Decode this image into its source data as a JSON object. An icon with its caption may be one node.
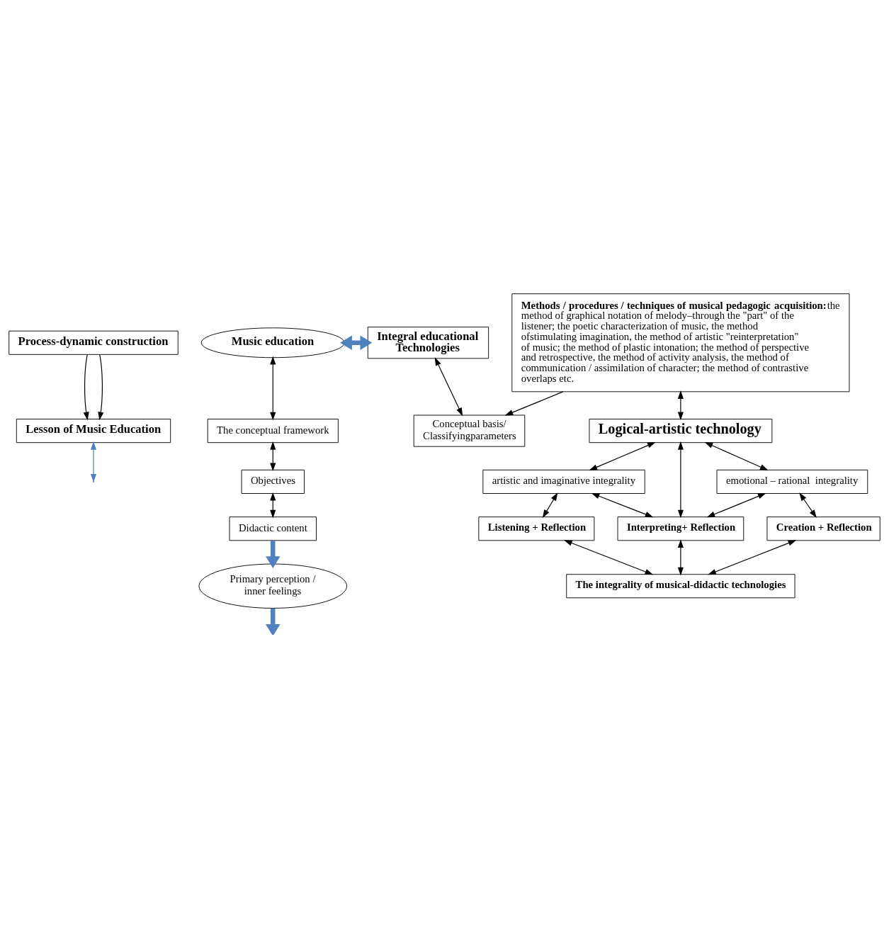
{
  "diagram": {
    "nodes": [
      {
        "text": [
          "Process-dynamic construction"
        ]
      },
      {
        "text": [
          "Lesson of Music Education"
        ]
      },
      {
        "text": [
          "Music education"
        ]
      },
      {
        "text": [
          "Integral educational Technologies"
        ]
      },
      {
        "text": [
          "The conceptual framework"
        ]
      },
      {
        "text": [
          "Objectives"
        ]
      },
      {
        "text": [
          "Didactic content"
        ]
      },
      {
        "text": [
          "Conceptual basis/ Classifyingparameters"
        ]
      },
      {
        "text": [
          "**Methods / procedures / techniques of musical pedagogic acquisition:**the method of graphical notation of melody–through the \"part\" of the listener; the poetic characterization of music, the method ofstimulating imagination, the method of artistic \"reinterpretation\" of music; the method of plastic intonation; the method of perspective and retrospective, the method of activity analysis, the method of communication / assimilation of character; the method of contrastive overlaps etc."
        ]
      },
      {
        "text": [
          "Primary perception / inner feelings"
        ]
      },
      {
        "text": [
          "Logical-artistic technology"
        ]
      },
      {
        "text": [
          "artistic and imaginative integrality"
        ]
      },
      {
        "text": [
          "emotional – rational  integrality"
        ]
      },
      {
        "text": [
          "Listening + Reflection"
        ]
      },
      {
        "text": [
          "Interpreting+ Reflection"
        ]
      },
      {
        "text": [
          "Creation + Reflection"
        ]
      },
      {
        "text": [
          "The integrality of musical-didactic technologies"
        ]
      }
    ],
    "edges": [
      {
        "from": 0,
        "to": 1,
        "arrow": "to"
      },
      {
        "from": 0,
        "to": 1,
        "arrow": "to"
      },
      {
        "from": 1,
        "to": null,
        "arrow": "both",
        "color": "#4f81bd"
      },
      {
        "from": 2,
        "to": 3,
        "arrow": "both",
        "style": "thick",
        "color": "#4f81bd"
      },
      {
        "from": 2,
        "to": 4,
        "arrow": "both"
      },
      {
        "from": 4,
        "to": 5,
        "arrow": "both"
      },
      {
        "from": 5,
        "to": 6,
        "arrow": "both"
      },
      {
        "from": 3,
        "to": 7,
        "arrow": "both"
      },
      {
        "from": 8,
        "to": 7,
        "arrow": "to"
      },
      {
        "from": 6,
        "to": 9,
        "arrow": "to",
        "style": "thick",
        "color": "#4f81bd"
      },
      {
        "from": 9,
        "to": null,
        "arrow": "to",
        "style": "thick",
        "color": "#4f81bd"
      },
      {
        "from": 8,
        "to": 10,
        "arrow": "both"
      },
      {
        "from": 10,
        "to": 11,
        "arrow": "both"
      },
      {
        "from": 10,
        "to": 12,
        "arrow": "both"
      },
      {
        "from": 10,
        "to": 14,
        "arrow": "both"
      },
      {
        "from": 11,
        "to": 13,
        "arrow": "both"
      },
      {
        "from": 11,
        "to": 14,
        "arrow": "both"
      },
      {
        "from": 12,
        "to": 14,
        "arrow": "both"
      },
      {
        "from": 12,
        "to": 15,
        "arrow": "both"
      },
      {
        "from": 13,
        "to": 16,
        "arrow": "both"
      },
      {
        "from": 14,
        "to": 16,
        "arrow": "both"
      },
      {
        "from": 15,
        "to": 16,
        "arrow": "both"
      }
    ]
  }
}
